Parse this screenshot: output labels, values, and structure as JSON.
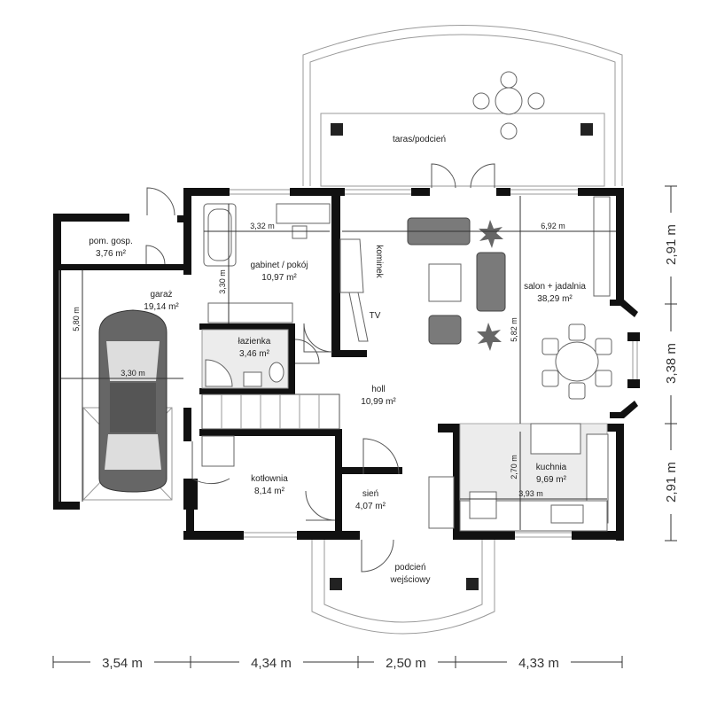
{
  "rooms": {
    "pom_gosp": {
      "name": "pom. gosp.",
      "area": "3,76 m²"
    },
    "garaz": {
      "name": "garaż",
      "area": "19,14 m²"
    },
    "gabinet": {
      "name": "gabinet / pokój",
      "area": "10,97 m²"
    },
    "lazienka": {
      "name": "łazienka",
      "area": "3,46 m²"
    },
    "kotlownia": {
      "name": "kotłownia",
      "area": "8,14 m²"
    },
    "holl": {
      "name": "holl",
      "area": "10,99 m²"
    },
    "sien": {
      "name": "sień",
      "area": "4,07 m²"
    },
    "salon": {
      "name": "salon + jadalnia",
      "area": "38,29 m²"
    },
    "kuchnia": {
      "name": "kuchnia",
      "area": "9,69 m²"
    },
    "taras": {
      "name": "taras/podcień"
    },
    "podcien_wejsciowy": {
      "line1": "podcień",
      "line2": "wejściowy"
    }
  },
  "labels": {
    "kominek": "kominek",
    "tv": "TV"
  },
  "inner_dimensions": {
    "gabinet_width": "3,32 m",
    "gabinet_depth": "3,30 m",
    "garaz_depth": "5,80 m",
    "garaz_width": "3,30 m",
    "salon_width": "6,92 m",
    "salon_depth": "5,82 m",
    "kuchnia_depth": "2,70 m",
    "kuchnia_width": "3,93 m"
  },
  "outer_dimensions": {
    "bottom": [
      "3,54 m",
      "4,34 m",
      "2,50 m",
      "4,33 m"
    ],
    "right": [
      "2,91 m",
      "3,38 m",
      "2,91 m"
    ]
  }
}
